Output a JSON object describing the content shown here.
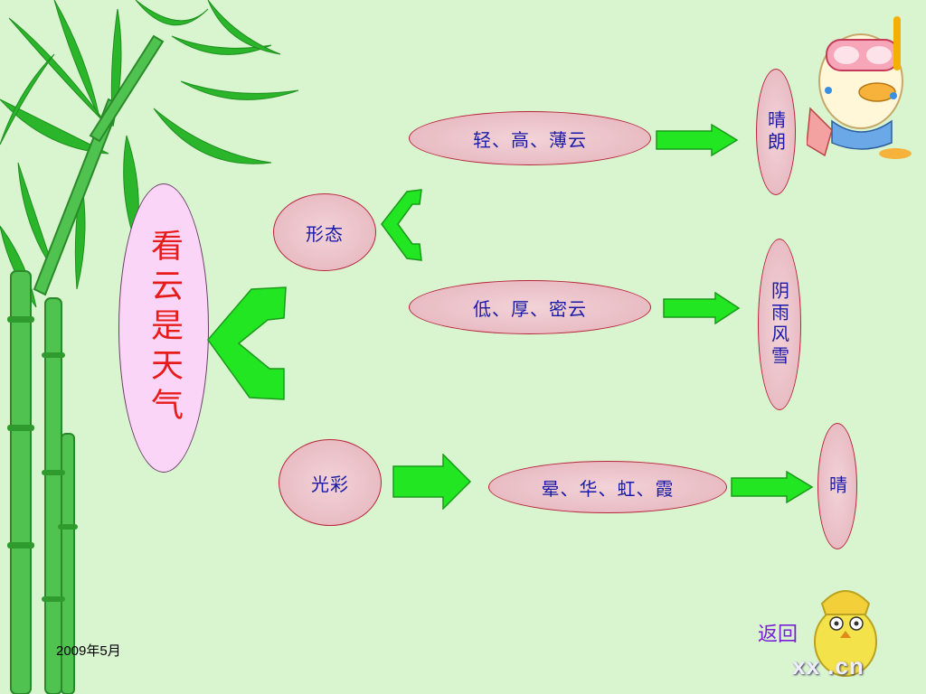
{
  "main_title": "看云是天气",
  "branches": {
    "shape": "形态",
    "color": "光彩"
  },
  "clouds": {
    "light": "轻、高、薄云",
    "heavy": "低、厚、密云",
    "halo": "晕、华、虹、霞"
  },
  "results": {
    "sunny_clear": "晴朗",
    "rain_wind_snow": "阴雨风雪",
    "sunny": "晴"
  },
  "footer": {
    "date": "2009年5月",
    "back_label": "返回",
    "watermark": "xx    .cn"
  },
  "colors": {
    "background": "#d9f5d0",
    "arrow": "#22e622",
    "oval_text": "#1a1aa6",
    "title": "#e81b1b",
    "main_oval": "#fbd5f7"
  }
}
